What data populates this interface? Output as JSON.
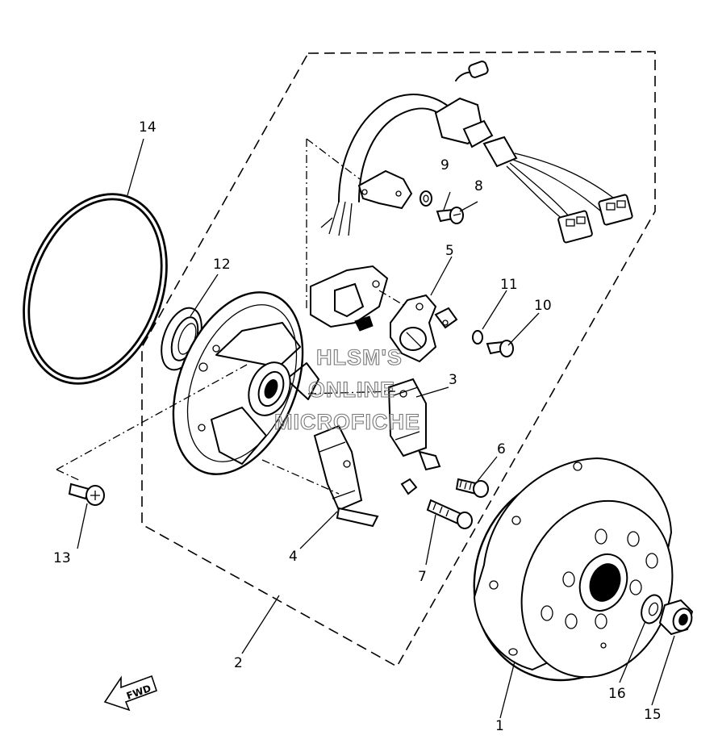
{
  "callouts": [
    "1",
    "2",
    "3",
    "4",
    "5",
    "6",
    "7",
    "8",
    "9",
    "10",
    "11",
    "12",
    "13",
    "14",
    "15",
    "16"
  ],
  "watermark": {
    "line1": "HLSM'S",
    "line2": "ONLINE",
    "line3": "MICROFICHE"
  },
  "direction_label": "FWD"
}
